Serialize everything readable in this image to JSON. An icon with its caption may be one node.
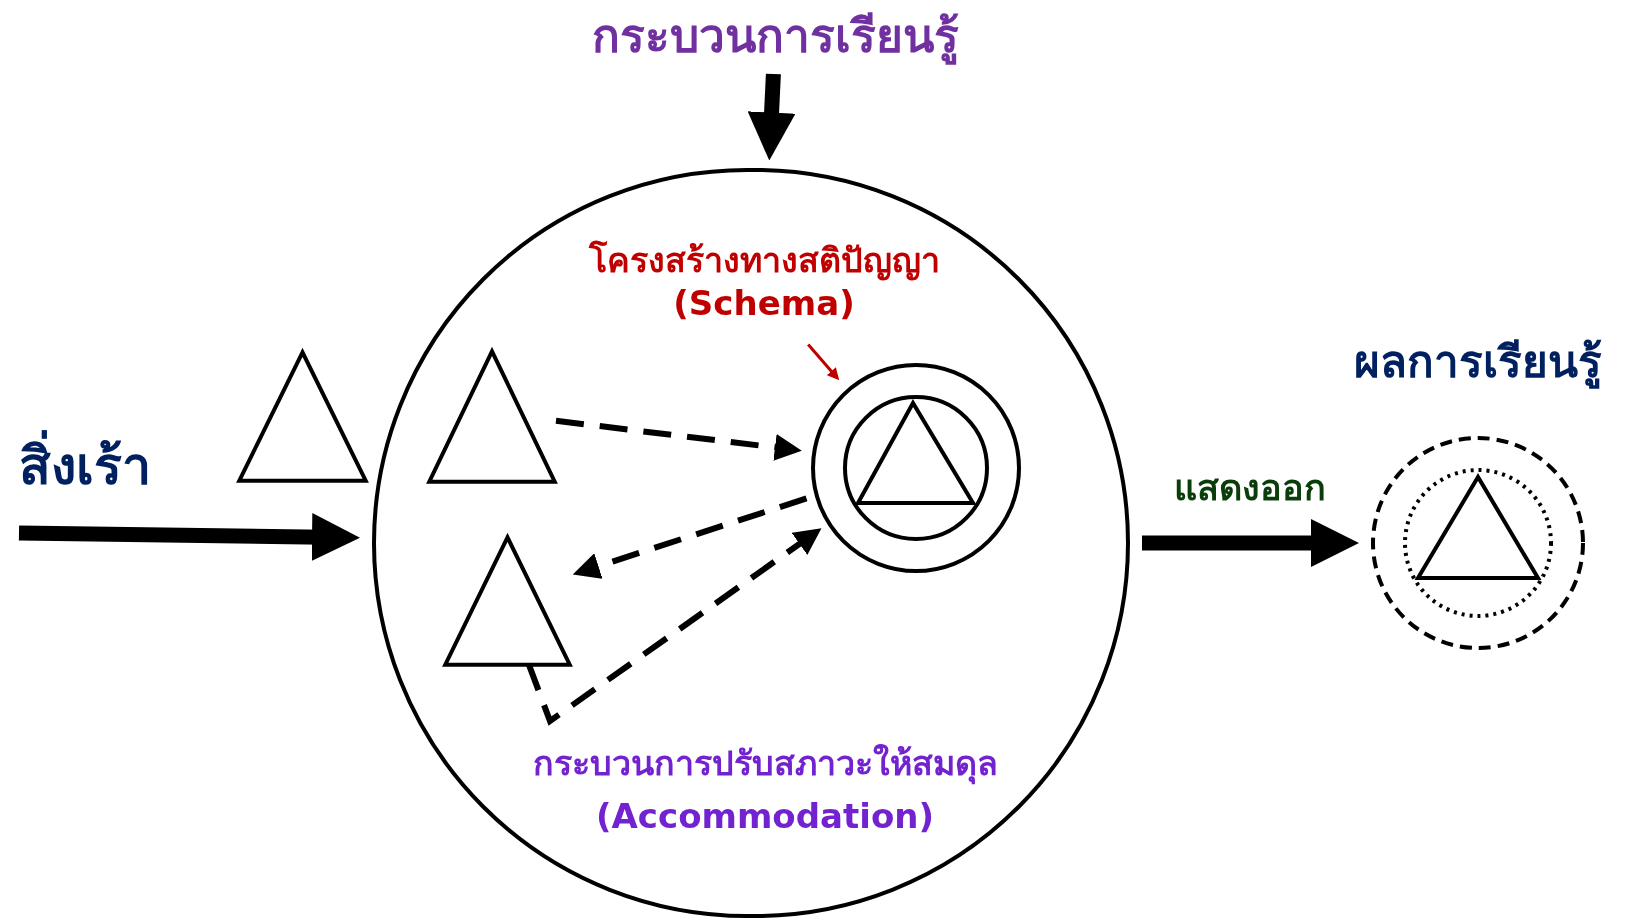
{
  "diagram": {
    "nodes": [
      {
        "text": [
          "กระบวนการเรียนรู้"
        ]
      },
      {
        "text": [],
        "shape": "circle"
      },
      {
        "text": [],
        "shape": "triangle"
      },
      {
        "text": [],
        "shape": "triangle",
        "in": 1
      },
      {
        "text": [],
        "shape": "triangle",
        "in": 1
      },
      {
        "text": [
          "โครงสร้างทางสติปัญญา",
          "(Schema)"
        ],
        "in": 1
      },
      {
        "text": [],
        "shape": "circle",
        "in": 1
      },
      {
        "text": [
          "ผลการเรียนรู้"
        ]
      }
    ],
    "edges": [
      {
        "from": 0,
        "to": 1,
        "arrow": "to",
        "style": "thick"
      },
      {
        "from": null,
        "to": 1,
        "arrow": "to",
        "style": "thick",
        "label": "สิ่งเร้า"
      },
      {
        "from": 1,
        "to": 7,
        "arrow": "to",
        "style": "thick",
        "label": "แสดงออก"
      },
      {
        "from": 3,
        "to": 6,
        "arrow": "to",
        "style": "dashed"
      },
      {
        "from": 6,
        "to": 4,
        "arrow": "to",
        "style": "dashed"
      },
      {
        "from": 4,
        "to": 6,
        "arrow": "to",
        "style": "dashed"
      },
      {
        "from": 5,
        "to": 6,
        "arrow": "to",
        "color": "#c00000"
      }
    ],
    "labels": [
      "กระบวนการปรับสภาวะให้สมดุล",
      "(Accommodation)"
    ]
  }
}
